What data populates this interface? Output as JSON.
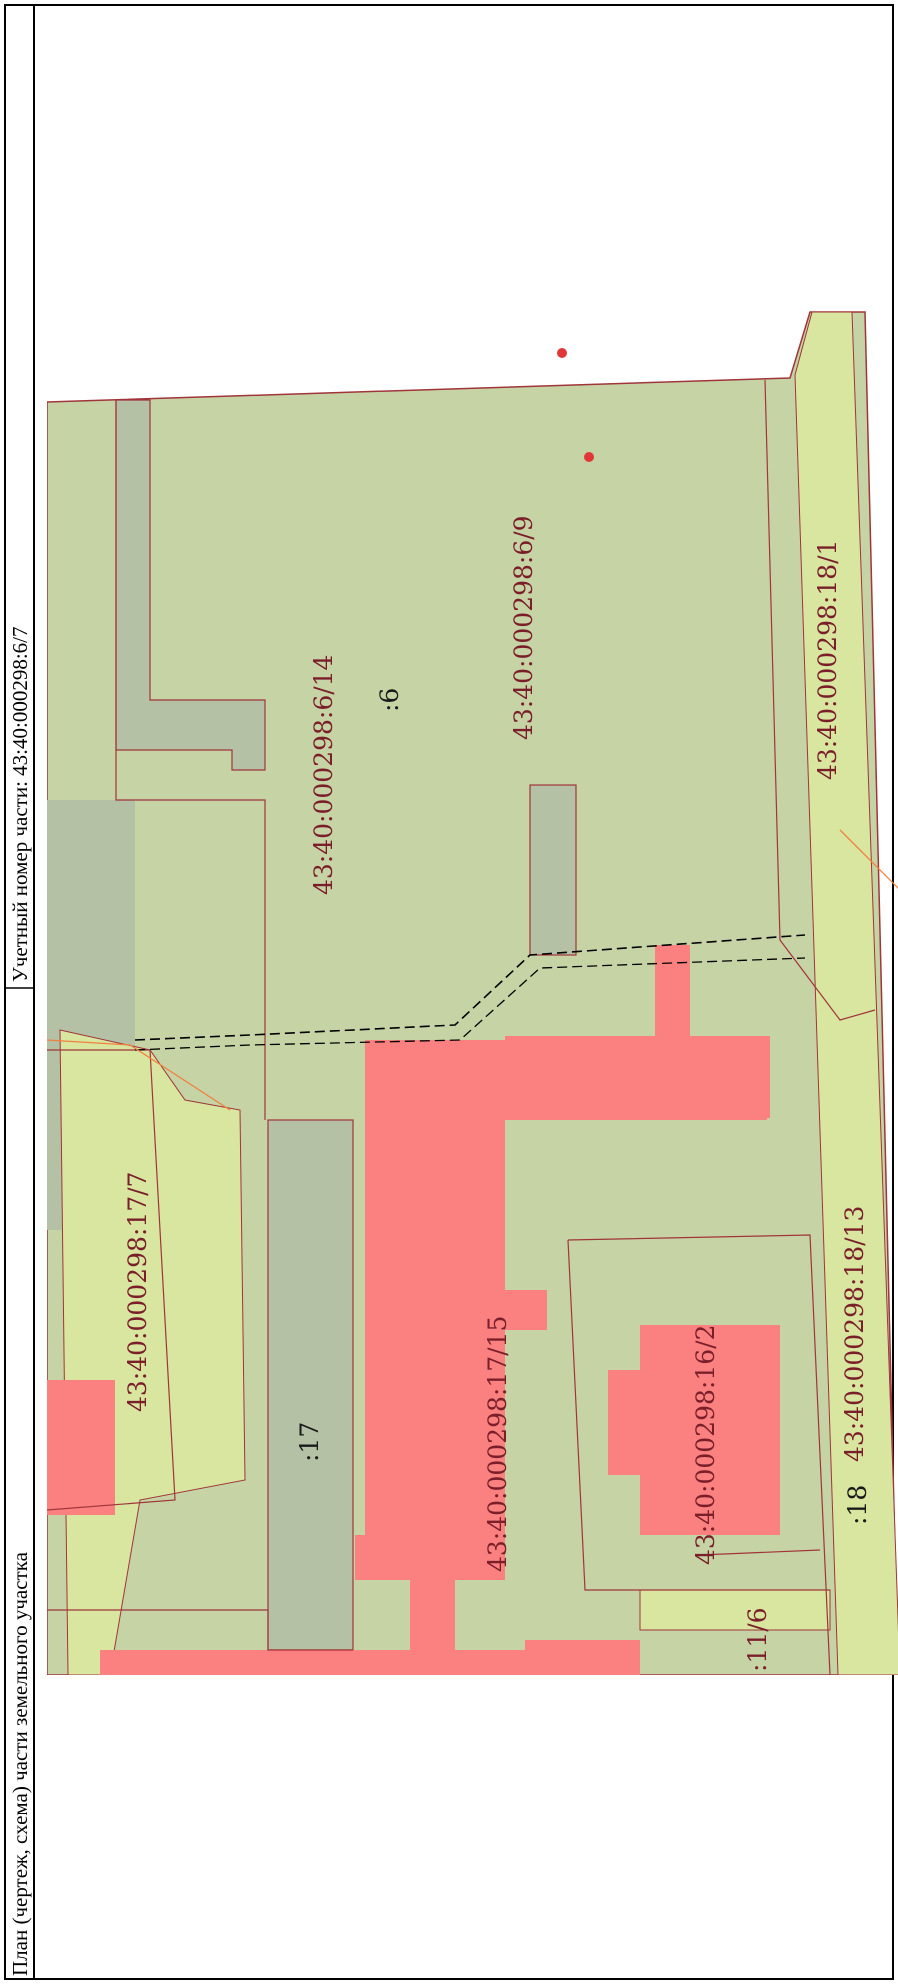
{
  "header": {
    "plan_title": "План (чертеж, схема) части земельного участка",
    "part_number": "Учетный номер части: 43:40:000298:6/7"
  },
  "map": {
    "colors": {
      "parcel_fill": "#c6d4a5",
      "zone_fill": "#d8e6a0",
      "building_fill": "#fb8080",
      "gray_fill": "#b5c1a4",
      "parcel_line": "#a0353a",
      "point": "#e03838",
      "part_line": "#000000"
    },
    "labels": {
      "parcel_6_9": "43:40:000298:6/9",
      "parcel_6_14": "43:40:000298:6/14",
      "quarter_6": ":6",
      "parcel_18_1": "43:40:000298:18/1",
      "parcel_17_7": "43:40:000298:17/7",
      "quarter_17": ":17",
      "parcel_17_15": "43:40:000298:17/15",
      "parcel_16_2": "43:40:000298:16/2",
      "parcel_18_13": "43:40:000298:18/13",
      "quarter_18": ":18",
      "parcel_11_6": ":11/6"
    }
  }
}
